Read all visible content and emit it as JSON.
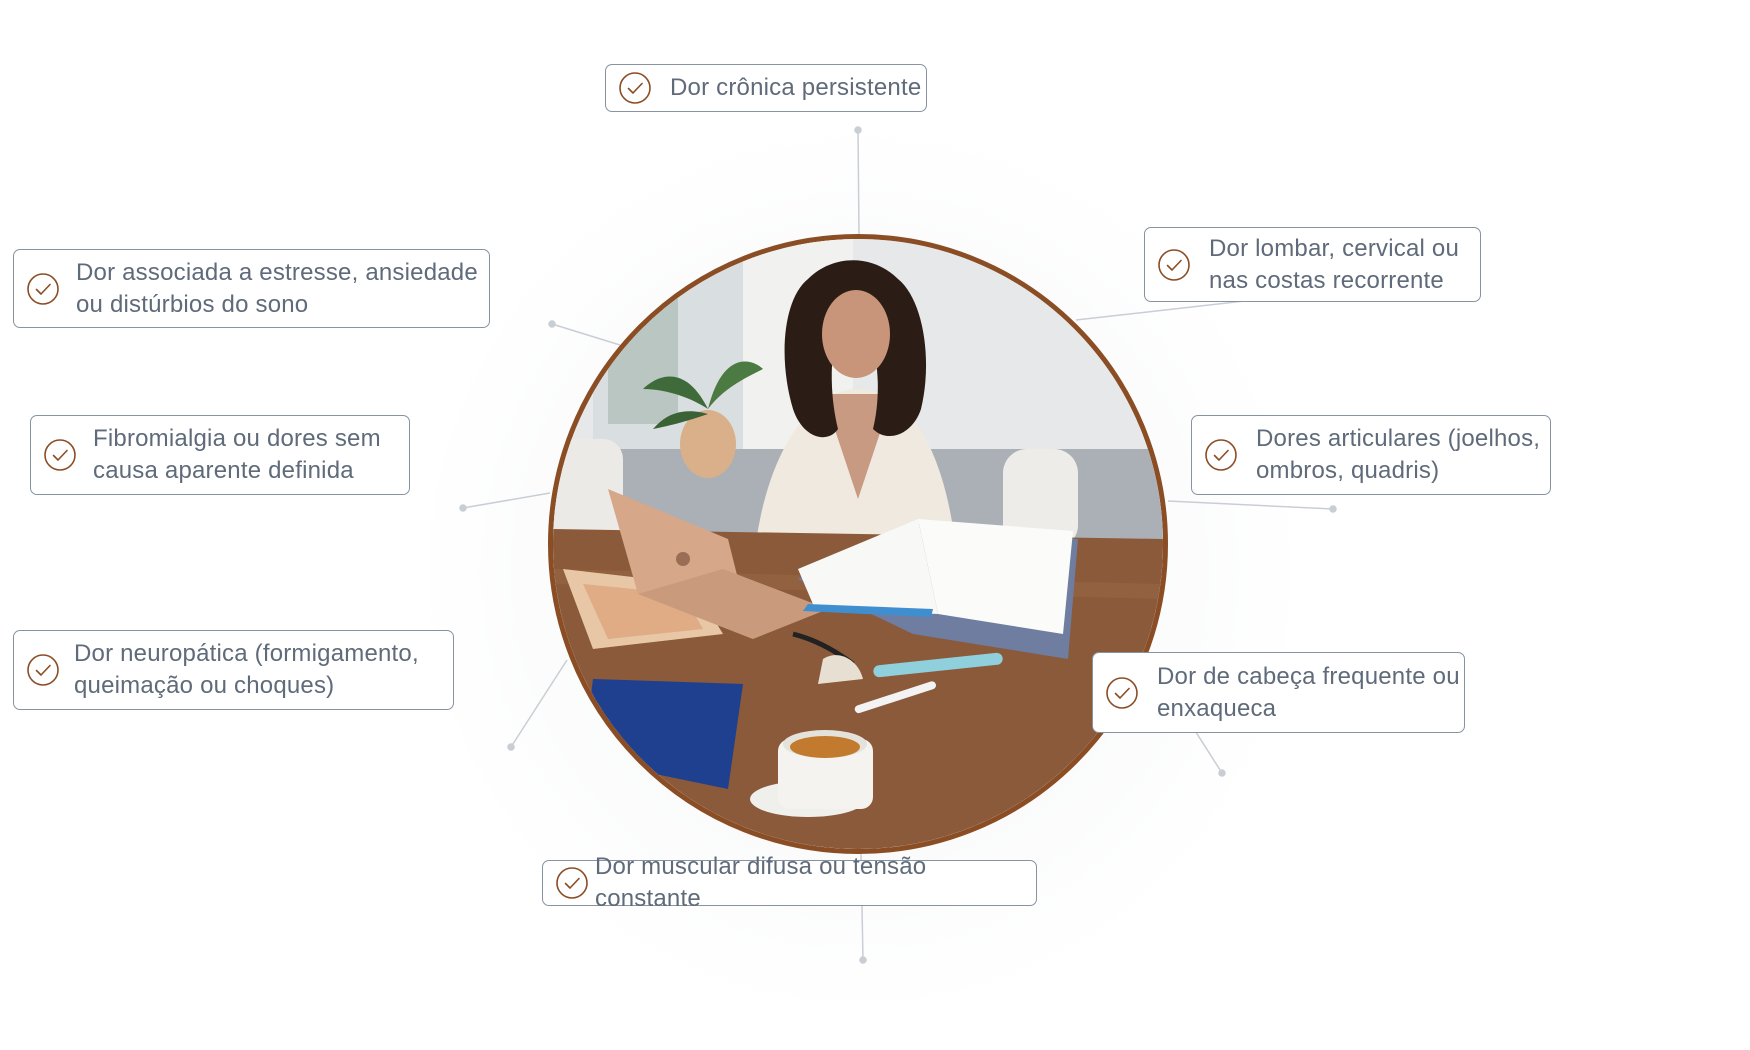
{
  "accent_color": "#8b4d24",
  "border_color": "#8793a1",
  "text_color": "#5f6b7a",
  "icon": "check-circle-icon",
  "center_image": "woman-reading-book-at-desk-with-laptop",
  "items": [
    {
      "lines": [
        "Dor crônica persistente"
      ]
    },
    {
      "lines": [
        "Dor lombar, cervical ou",
        "nas costas recorrente"
      ]
    },
    {
      "lines": [
        "Dores articulares (joelhos,",
        "ombros, quadris)"
      ]
    },
    {
      "lines": [
        "Dor de cabeça frequente ou",
        "enxaqueca"
      ]
    },
    {
      "lines": [
        "Dor muscular difusa ou tensão constante"
      ]
    },
    {
      "lines": [
        "Dor neuropática (formigamento,",
        "queimação ou choques)"
      ]
    },
    {
      "lines": [
        "Fibromialgia ou dores sem",
        "causa aparente definida"
      ]
    },
    {
      "lines": [
        "Dor associada a estresse, ansiedade",
        "ou distúrbios do sono"
      ]
    }
  ]
}
